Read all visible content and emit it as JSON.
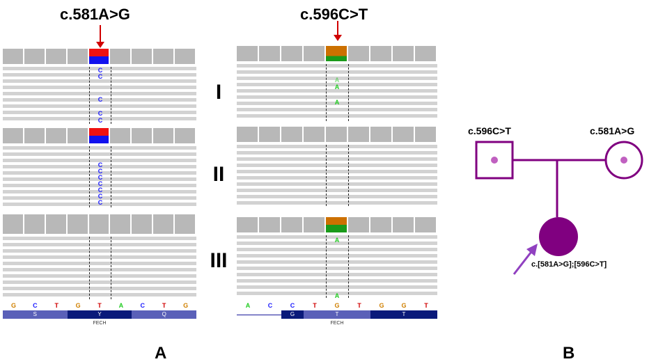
{
  "mutations": {
    "left": "c.581A>G",
    "right": "c.596C>T"
  },
  "rows": [
    "I",
    "II",
    "III"
  ],
  "panel_a": {
    "left_ref_seq": [
      "G",
      "C",
      "T",
      "G",
      "T",
      "A",
      "C",
      "T",
      "G"
    ],
    "left_aa": [
      "S",
      "Y",
      "Q"
    ],
    "right_ref_seq": [
      "A",
      "C",
      "C",
      "T",
      "G",
      "T",
      "G",
      "G",
      "T"
    ],
    "right_aa": [
      "G",
      "T",
      "T"
    ],
    "gene": "FECH",
    "mismatch_c": "C",
    "mismatch_a": "A",
    "letter": "A"
  },
  "pedigree": {
    "father_label": "c.596C>T",
    "mother_label": "c.581A>G",
    "proband_genotype": "c.[581A>G];[596C>T]",
    "letter": "B",
    "color": "#800080"
  },
  "colors": {
    "arrow": "#d00000",
    "base_A": "#22cc22",
    "base_C": "#1a1aff",
    "base_G": "#d08000",
    "base_T": "#d00000"
  }
}
